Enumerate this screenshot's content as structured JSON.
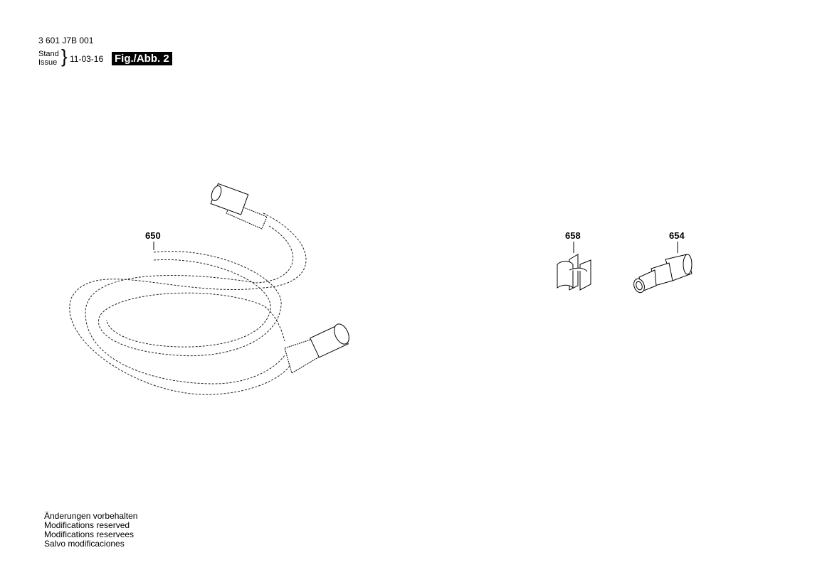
{
  "header": {
    "document_number": "3 601 J7B 001",
    "stand_label": "Stand",
    "issue_label": "Issue",
    "date": "11-03-16",
    "figure": "Fig./Abb. 2"
  },
  "parts": [
    {
      "number": "650",
      "name": "hose"
    },
    {
      "number": "658",
      "name": "clip"
    },
    {
      "number": "654",
      "name": "adapter"
    }
  ],
  "notes": [
    "Änderungen vorbehalten",
    "Modifications reserved",
    "Modifications reservees",
    "Salvo modificaciones"
  ]
}
